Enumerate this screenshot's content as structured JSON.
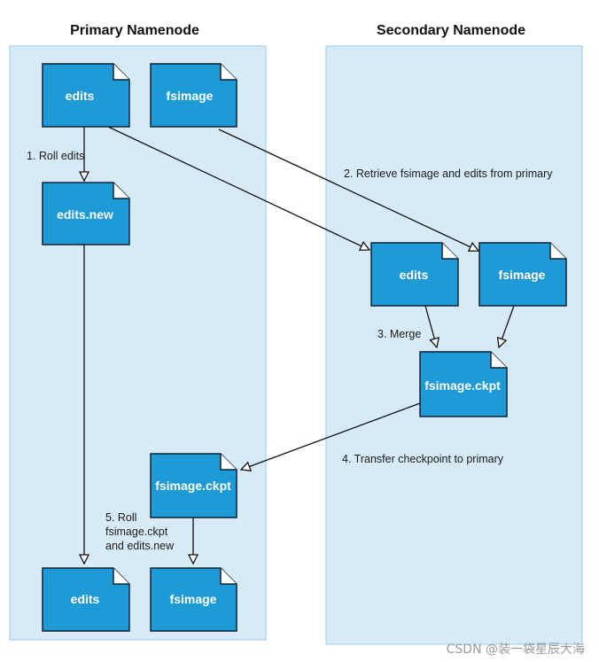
{
  "primary": {
    "title": "Primary Namenode"
  },
  "secondary": {
    "title": "Secondary Namenode"
  },
  "docs": {
    "p_edits": "edits",
    "p_fsimage": "fsimage",
    "p_edits_new": "edits.new",
    "p_fsimage_ckpt": "fsimage.ckpt",
    "p_edits_final": "edits",
    "p_fsimage_final": "fsimage",
    "s_edits": "edits",
    "s_fsimage": "fsimage",
    "s_fsimage_ckpt": "fsimage.ckpt"
  },
  "steps": {
    "step1": "1. Roll edits",
    "step2": "2. Retrieve fsimage and edits from primary",
    "step3": "3. Merge",
    "step4": "4. Transfer checkpoint to primary",
    "step5_line1": "5. Roll",
    "step5_line2": "fsimage.ckpt",
    "step5_line3": "and edits.new"
  },
  "watermark": "CSDN @装一袋星辰大海",
  "colors": {
    "panel": "#d6ebf7",
    "panel_border": "#9fcbe3",
    "doc_fill": "#1e9ad6",
    "doc_stroke": "#0d2233",
    "arrow": "#111111"
  }
}
